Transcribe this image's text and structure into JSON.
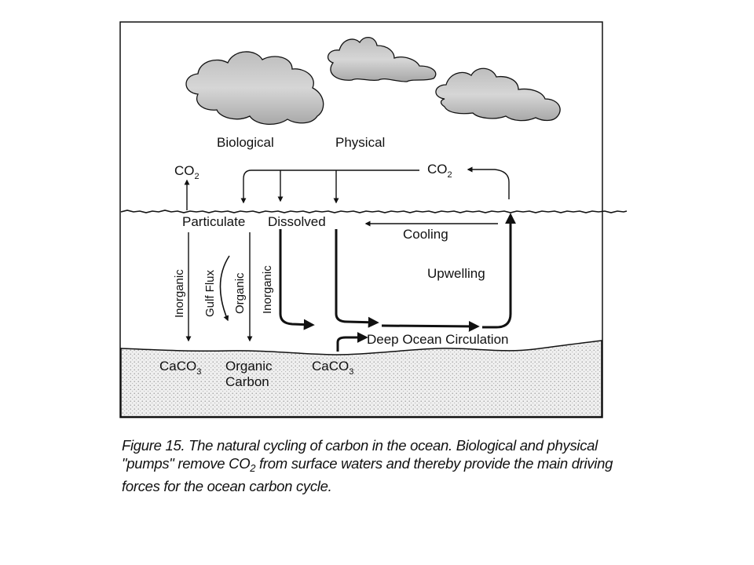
{
  "diagram": {
    "labels": {
      "biological": "Biological",
      "physical": "Physical",
      "co2_left": "CO",
      "co2_right": "CO",
      "co2_subscript": "2",
      "particulate": "Particulate",
      "dissolved": "Dissolved",
      "cooling": "Cooling",
      "upwelling": "Upwelling",
      "inorganic_left": "Inorganic",
      "gulf_flux": "Gulf Flux",
      "organic": "Organic",
      "inorganic_right": "Inorganic",
      "deep_ocean_circulation": "Deep Ocean Circulation",
      "caco3_left": "CaCO",
      "caco3_right": "CaCO",
      "caco3_subscript": "3",
      "organic_carbon_line1": "Organic",
      "organic_carbon_line2": "Carbon"
    }
  },
  "caption": {
    "part1": "Figure 15. The natural cycling of carbon in the ocean. Biological and physical \"pumps\" remove CO",
    "subscript": "2",
    "part2": " from surface waters and thereby provide the main driving forces for the ocean carbon cycle."
  },
  "colors": {
    "cloud_fill": "#c8c8c8",
    "sediment": "#e4e4e4",
    "line": "#111111"
  }
}
